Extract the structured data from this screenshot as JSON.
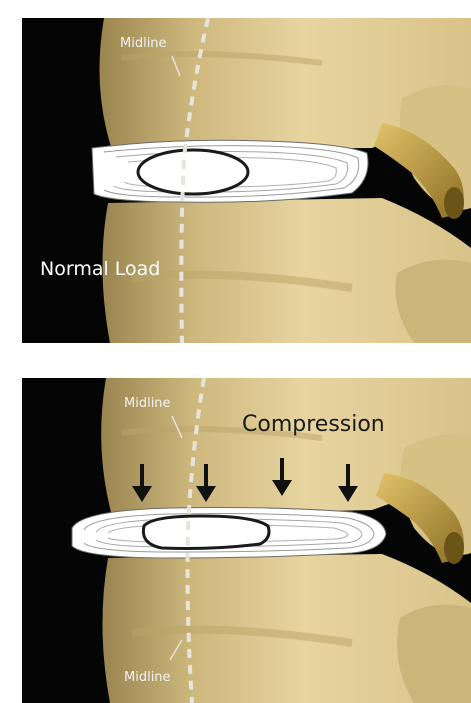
{
  "top_panel": {
    "midline_label": "Midline",
    "load_label": "Normal Load"
  },
  "bottom_panel": {
    "midline_label_top": "Midline",
    "midline_label_bottom": "Midline",
    "compression_label": "Compression",
    "arrow_count": 4
  },
  "colors": {
    "bone_light": "#e6d29c",
    "bone_mid": "#c9b378",
    "bone_shadow": "#8f7a45",
    "background": "#050505",
    "disc": "#ffffff",
    "nerve": "#c9a74c",
    "midline_dash": "#e8e4dc"
  }
}
